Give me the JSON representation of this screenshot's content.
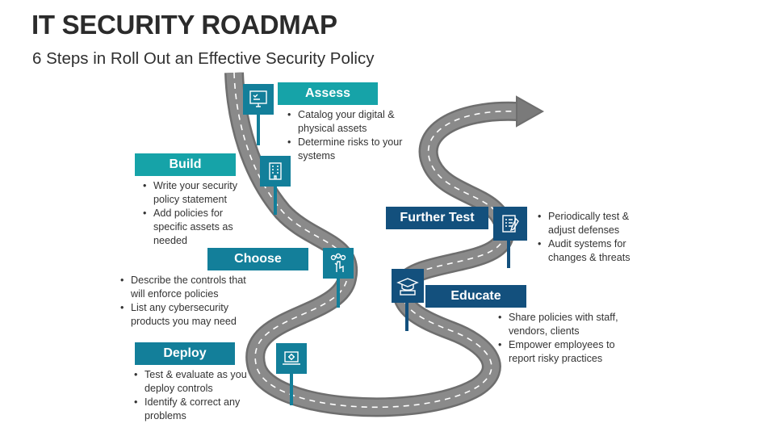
{
  "header": {
    "title": "IT SECURITY ROADMAP",
    "subtitle": "6 Steps in Roll Out an Effective Security Policy"
  },
  "colors": {
    "teal": "#16a3a8",
    "dark_blue": "#13507d",
    "mid_blue": "#137f9a",
    "road": "#7a7a7a"
  },
  "steps": [
    {
      "label": "Assess",
      "icon": "checklist-monitor-icon",
      "bullets": [
        "Catalog your digital & physical assets",
        "Determine risks to your systems"
      ]
    },
    {
      "label": "Build",
      "icon": "building-icon",
      "bullets": [
        "Write your security policy statement",
        "Add policies for specific assets as needed"
      ]
    },
    {
      "label": "Choose",
      "icon": "hand-choice-icon",
      "bullets": [
        "Describe the controls that will enforce policies",
        "List any cybersecurity products you may need"
      ]
    },
    {
      "label": "Deploy",
      "icon": "laptop-gear-icon",
      "bullets": [
        "Test & evaluate as you deploy controls",
        "Identify & correct any problems"
      ]
    },
    {
      "label": "Educate",
      "icon": "graduation-cap-icon",
      "bullets": [
        "Share policies with staff, vendors, clients",
        "Empower employees to report risky practices"
      ]
    },
    {
      "label": "Further Test",
      "icon": "test-checklist-icon",
      "bullets": [
        "Periodically test & adjust defenses",
        "Audit systems for changes & threats"
      ]
    }
  ]
}
